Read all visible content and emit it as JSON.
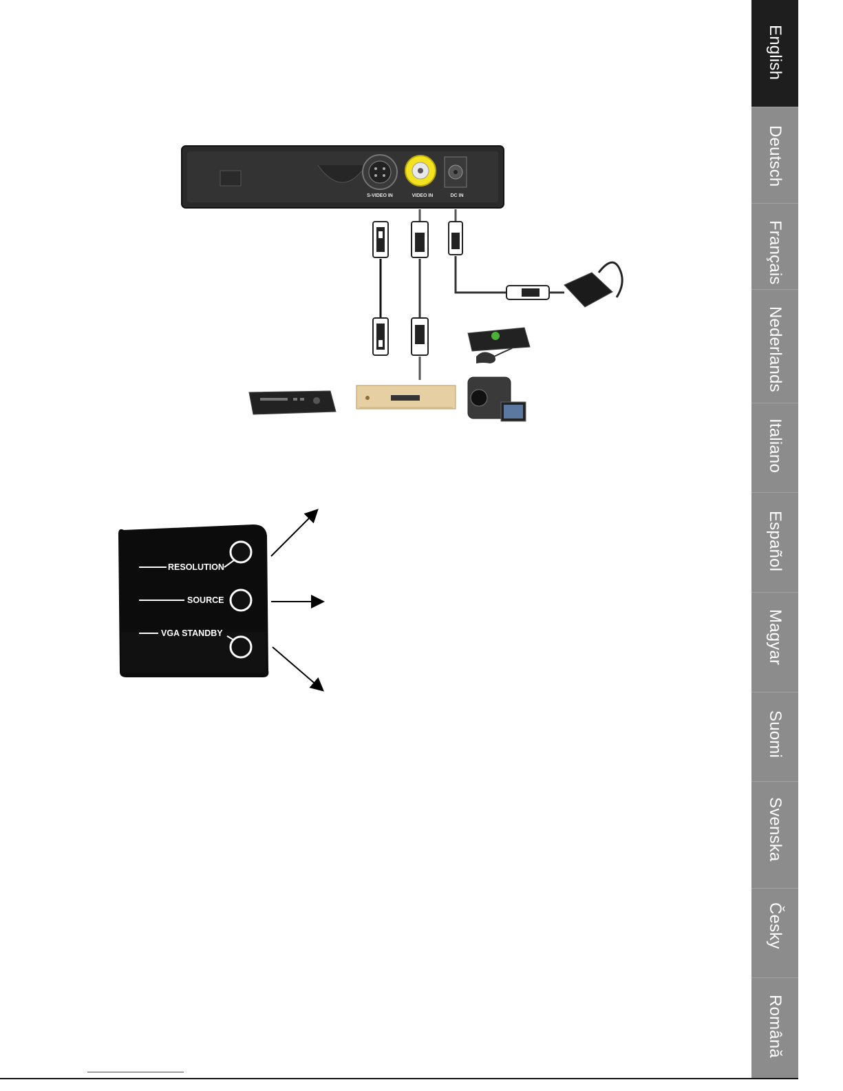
{
  "languages": [
    {
      "label": "English",
      "active": true
    },
    {
      "label": "Deutsch",
      "active": false
    },
    {
      "label": "Français",
      "active": false
    },
    {
      "label": "Nederlands",
      "active": false
    },
    {
      "label": "Italiano",
      "active": false
    },
    {
      "label": "Español",
      "active": false
    },
    {
      "label": "Magyar",
      "active": false
    },
    {
      "label": "Suomi",
      "active": false
    },
    {
      "label": "Svenska",
      "active": false
    },
    {
      "label": "Česky",
      "active": false
    },
    {
      "label": "Română",
      "active": false
    }
  ],
  "device": {
    "ports": {
      "svideo": "S-VIDEO IN",
      "video": "VIDEO IN",
      "dc": "DC IN"
    }
  },
  "panel": {
    "resolution": "RESOLUTION",
    "source": "SOURCE",
    "vga_standby": "VGA STANDBY"
  },
  "colors": {
    "tab_active": "#1e1e1e",
    "tab_inactive": "#8c8c8c",
    "video_jack": "#f3e21f"
  }
}
